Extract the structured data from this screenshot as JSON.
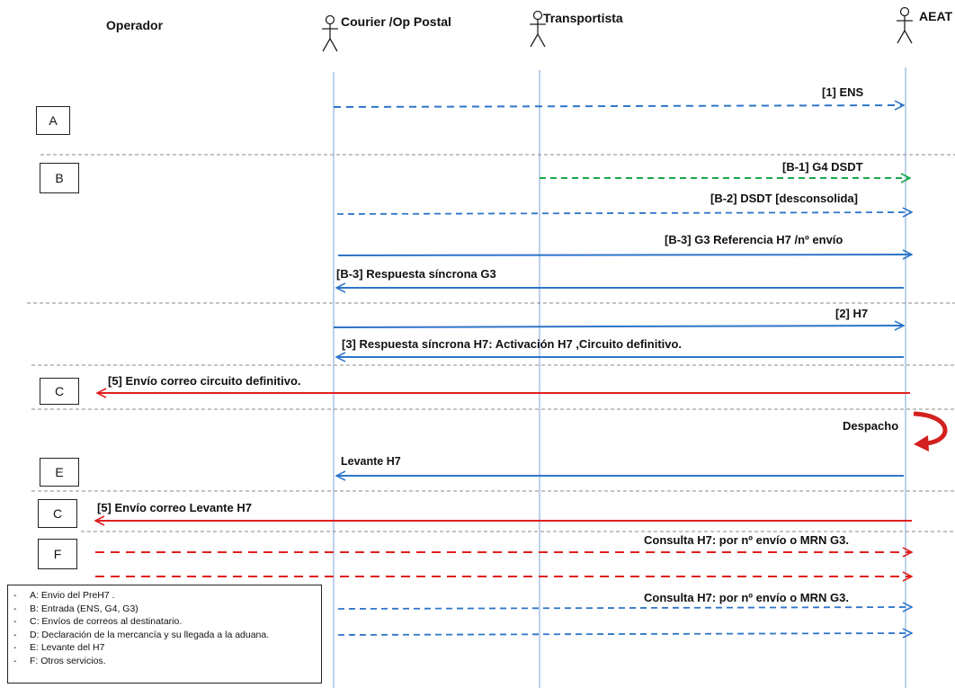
{
  "actors": {
    "operador": "Operador",
    "courier": "Courier /Op Postal",
    "transportista": "Transportista",
    "aeat": "AEAT"
  },
  "section_boxes": [
    "A",
    "B",
    "C",
    "E",
    "C",
    "F"
  ],
  "messages": {
    "ens": "[1] ENS",
    "b1": "[B-1]  G4 DSDT",
    "b2": "[B-2]  DSDT [desconsolida]",
    "b3": "[B-3]  G3 Referencia H7 /nº envío",
    "b3_resp": "[B-3]  Respuesta síncrona G3",
    "h7": "[2] H7",
    "resp_h7": "[3]  Respuesta síncrona H7: Activación H7 ,Circuito definitivo.",
    "correo_def": "[5] Envío correo   circuito definitivo.",
    "despacho": "Despacho",
    "levante": "Levante H7",
    "correo_levante": "[5] Envío correo   Levante H7",
    "consulta_1": "Consulta H7: por nº envío o MRN G3.",
    "consulta_2": "Consulta H7: por nº envío o MRN G3."
  },
  "legend": [
    "A: Envio del PreH7 .",
    "B: Entrada (ENS, G4, G3)",
    "C:  Envíos de correos al destinatario.",
    "D: Declaración  de la mercancía y su llegada a la aduana.",
    "E:  Levante del H7",
    "F: Otros servicios."
  ],
  "colors": {
    "blue": "#2e75c9",
    "blue_dashed": "#2e75c9",
    "green": "#1aa84a",
    "red": "#e0201e",
    "lifeline": "#8fb3e0",
    "separator": "#8a8a8a"
  }
}
